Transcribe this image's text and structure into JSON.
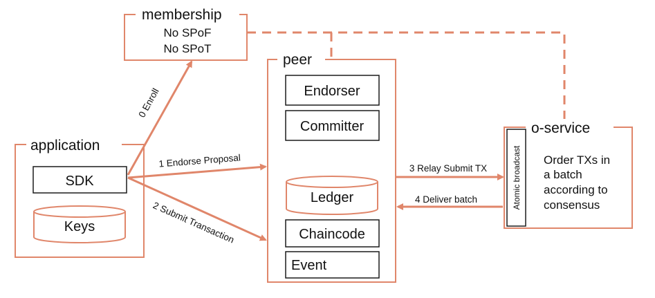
{
  "colors": {
    "accent": "#e0866a",
    "outline": "#1a1a1a",
    "background": "#ffffff"
  },
  "membership": {
    "title": "membership",
    "lines": [
      "No SPoF",
      "No SPoT"
    ]
  },
  "peer": {
    "title": "peer",
    "components": {
      "endorser": "Endorser",
      "committer": "Committer",
      "ledger": "Ledger",
      "chaincode": "Chaincode",
      "event": "Event"
    }
  },
  "application": {
    "title": "application",
    "sdk": "SDK",
    "keys": "Keys"
  },
  "oservice": {
    "title": "o-service",
    "atomic_broadcast": "Atomic broadcast",
    "description": [
      "Order TXs in",
      "a batch",
      "according to",
      "consensus"
    ]
  },
  "edges": {
    "enroll": "0 Enroll",
    "endorse_proposal": "1 Endorse Proposal",
    "submit_transaction": "2 Submit Transaction",
    "relay_submit": "3 Relay Submit TX",
    "deliver_batch": "4 Deliver batch"
  }
}
